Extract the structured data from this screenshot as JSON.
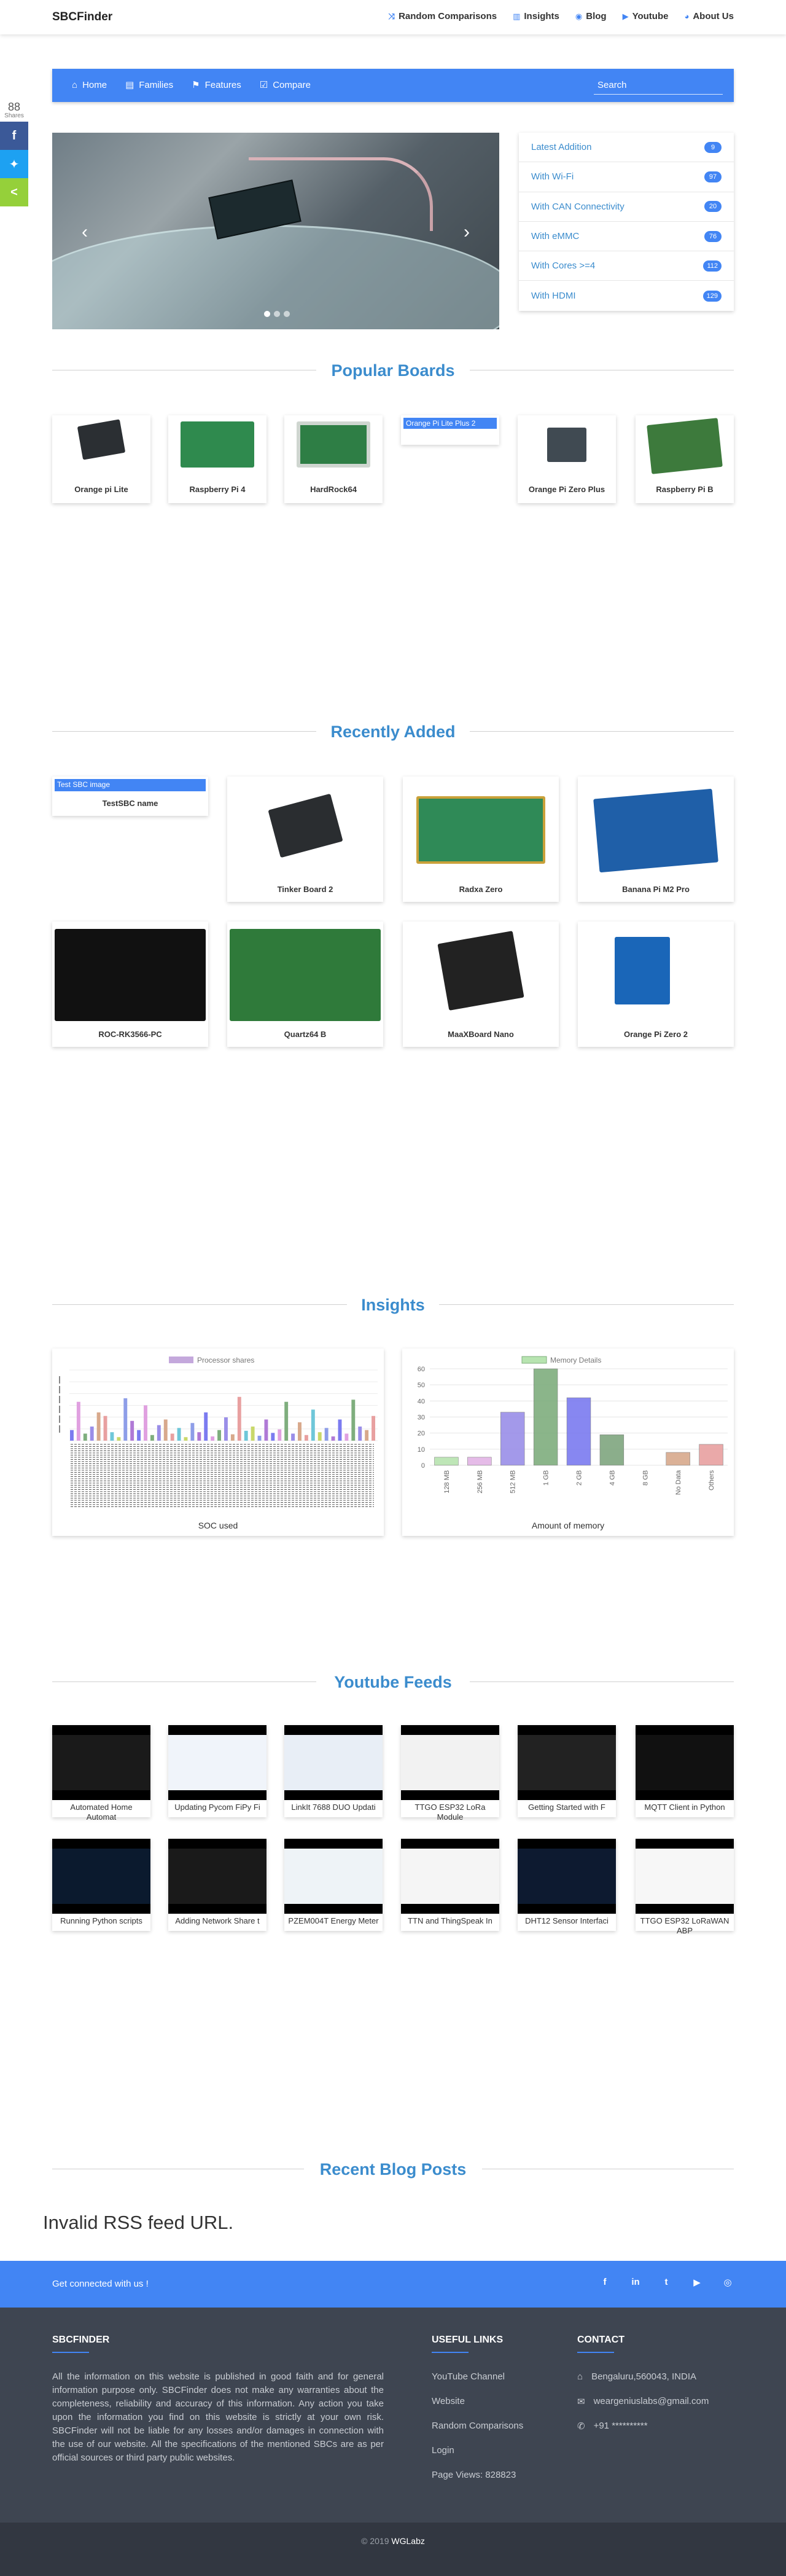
{
  "brand": "SBCFinder",
  "topnav": [
    {
      "icon": "random-icon",
      "glyph": "⤨",
      "label": "Random Comparisons"
    },
    {
      "icon": "chart-icon",
      "glyph": "▥",
      "label": "Insights"
    },
    {
      "icon": "blog-icon",
      "glyph": "◉",
      "label": "Blog"
    },
    {
      "icon": "youtube-icon",
      "glyph": "▶",
      "label": "Youtube"
    },
    {
      "icon": "users-icon",
      "glyph": "◕",
      "label": "About Us"
    }
  ],
  "share": {
    "count": "88",
    "label": "Shares"
  },
  "menu": [
    {
      "glyph": "⌂",
      "label": "Home"
    },
    {
      "glyph": "▤",
      "label": "Families"
    },
    {
      "glyph": "⚑",
      "label": "Features"
    },
    {
      "glyph": "☑",
      "label": "Compare"
    }
  ],
  "search_placeholder": "Search",
  "categories": [
    {
      "label": "Latest Addition",
      "count": "9"
    },
    {
      "label": "With Wi-Fi",
      "count": "97"
    },
    {
      "label": "With CAN Connectivity",
      "count": "20"
    },
    {
      "label": "With eMMC",
      "count": "76"
    },
    {
      "label": "With Cores >=4",
      "count": "112"
    },
    {
      "label": "With HDMI",
      "count": "129"
    }
  ],
  "sections": {
    "popular": "Popular Boards",
    "recent": "Recently Added",
    "insights": "Insights",
    "youtube": "Youtube Feeds",
    "blog": "Recent Blog Posts"
  },
  "popular_boards": [
    {
      "name": "Orange pi Lite"
    },
    {
      "name": "Raspberry Pi 4"
    },
    {
      "name": "HardRock64"
    },
    {
      "name": "",
      "broken_alt": "Orange Pi Lite Plus 2"
    },
    {
      "name": "Orange Pi Zero Plus"
    },
    {
      "name": "Raspberry Pi B"
    }
  ],
  "recent_boards": [
    {
      "name": "TestSBC name",
      "broken_alt": "Test SBC image"
    },
    {
      "name": "Tinker Board 2"
    },
    {
      "name": "Radxa Zero"
    },
    {
      "name": "Banana Pi M2 Pro"
    },
    {
      "name": "ROC-RK3566-PC"
    },
    {
      "name": "Quartz64 B"
    },
    {
      "name": "MaaXBoard Nano"
    },
    {
      "name": "Orange Pi Zero 2"
    }
  ],
  "chart_data": [
    {
      "type": "bar",
      "title": "Processor shares",
      "xlabel": "SOC used",
      "ylabel": "",
      "note": "dense multi-colored bars with unreadable overlapping tick labels"
    },
    {
      "type": "bar",
      "title": "Memory Details",
      "xlabel": "Amount of memory",
      "ylabel": "",
      "categories": [
        "128 MB",
        "256 MB",
        "512 MB",
        "1 GB",
        "2 GB",
        "4 GB",
        "8 GB",
        "No Data",
        "Others"
      ],
      "values": [
        5,
        5,
        33,
        60,
        42,
        19,
        0,
        8,
        13
      ],
      "colors": [
        "#b7e4b0",
        "#e3b4e6",
        "#9a8ee8",
        "#7fae7e",
        "#7b7bf0",
        "#7fa67f",
        "#cccccc",
        "#d8a98c",
        "#e8a0a0"
      ],
      "ylim": [
        0,
        60
      ],
      "yticks": [
        0,
        10,
        20,
        30,
        40,
        50,
        60
      ]
    }
  ],
  "youtube": [
    {
      "title": "Automated Home Automat"
    },
    {
      "title": "Updating Pycom FiPy Fi"
    },
    {
      "title": "LinkIt 7688 DUO Updati"
    },
    {
      "title": "TTGO ESP32 LoRa Module"
    },
    {
      "title": "Getting Started with F"
    },
    {
      "title": "MQTT Client in Python"
    },
    {
      "title": "Running Python scripts"
    },
    {
      "title": "Adding Network Share t"
    },
    {
      "title": "PZEM004T Energy Meter"
    },
    {
      "title": "TTN and ThingSpeak In"
    },
    {
      "title": "DHT12 Sensor Interfaci"
    },
    {
      "title": "TTGO ESP32 LoRaWAN ABP"
    }
  ],
  "rss_message": "Invalid RSS feed URL.",
  "footer": {
    "connect": "Get connected with us !",
    "social": [
      "f",
      "in",
      "t",
      "▶",
      "◎"
    ],
    "about_title": "SBCFINDER",
    "about_text": "All the information on this website is published in good faith and for general information purpose only. SBCFinder does not make any warranties about the completeness, reliability and accuracy of this information. Any action you take upon the information you find on this website is strictly at your own risk. SBCFinder will not be liable for any losses and/or damages in connection with the use of our website. All the specifications of the mentioned SBCs are as per official sources or third party public websites.",
    "links_title": "USEFUL LINKS",
    "links": [
      "YouTube Channel",
      "Website",
      "Random Comparisons",
      "Login",
      "Page Views: 828823"
    ],
    "contact_title": "CONTACT",
    "contact": [
      {
        "glyph": "⌂",
        "text": "Bengaluru,560043, INDIA"
      },
      {
        "glyph": "✉",
        "text": "weargeniuslabs@gmail.com"
      },
      {
        "glyph": "✆",
        "text": "+91 **********"
      }
    ],
    "copyright_prefix": "© 2019 ",
    "copyright_brand": "WGLabz"
  }
}
